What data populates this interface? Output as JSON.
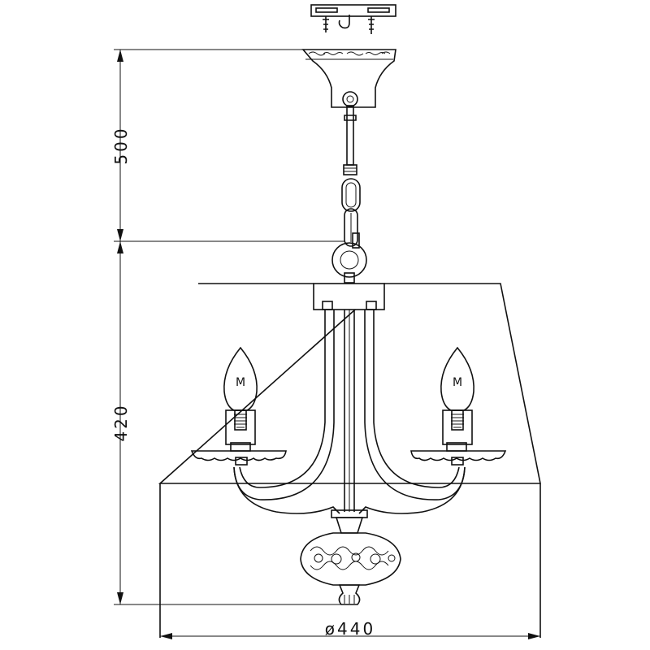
{
  "dimensions": {
    "chain_length": "500",
    "body_height": "420",
    "diameter": "ø440"
  },
  "bulb_marks": {
    "left": "M",
    "right": "M"
  }
}
